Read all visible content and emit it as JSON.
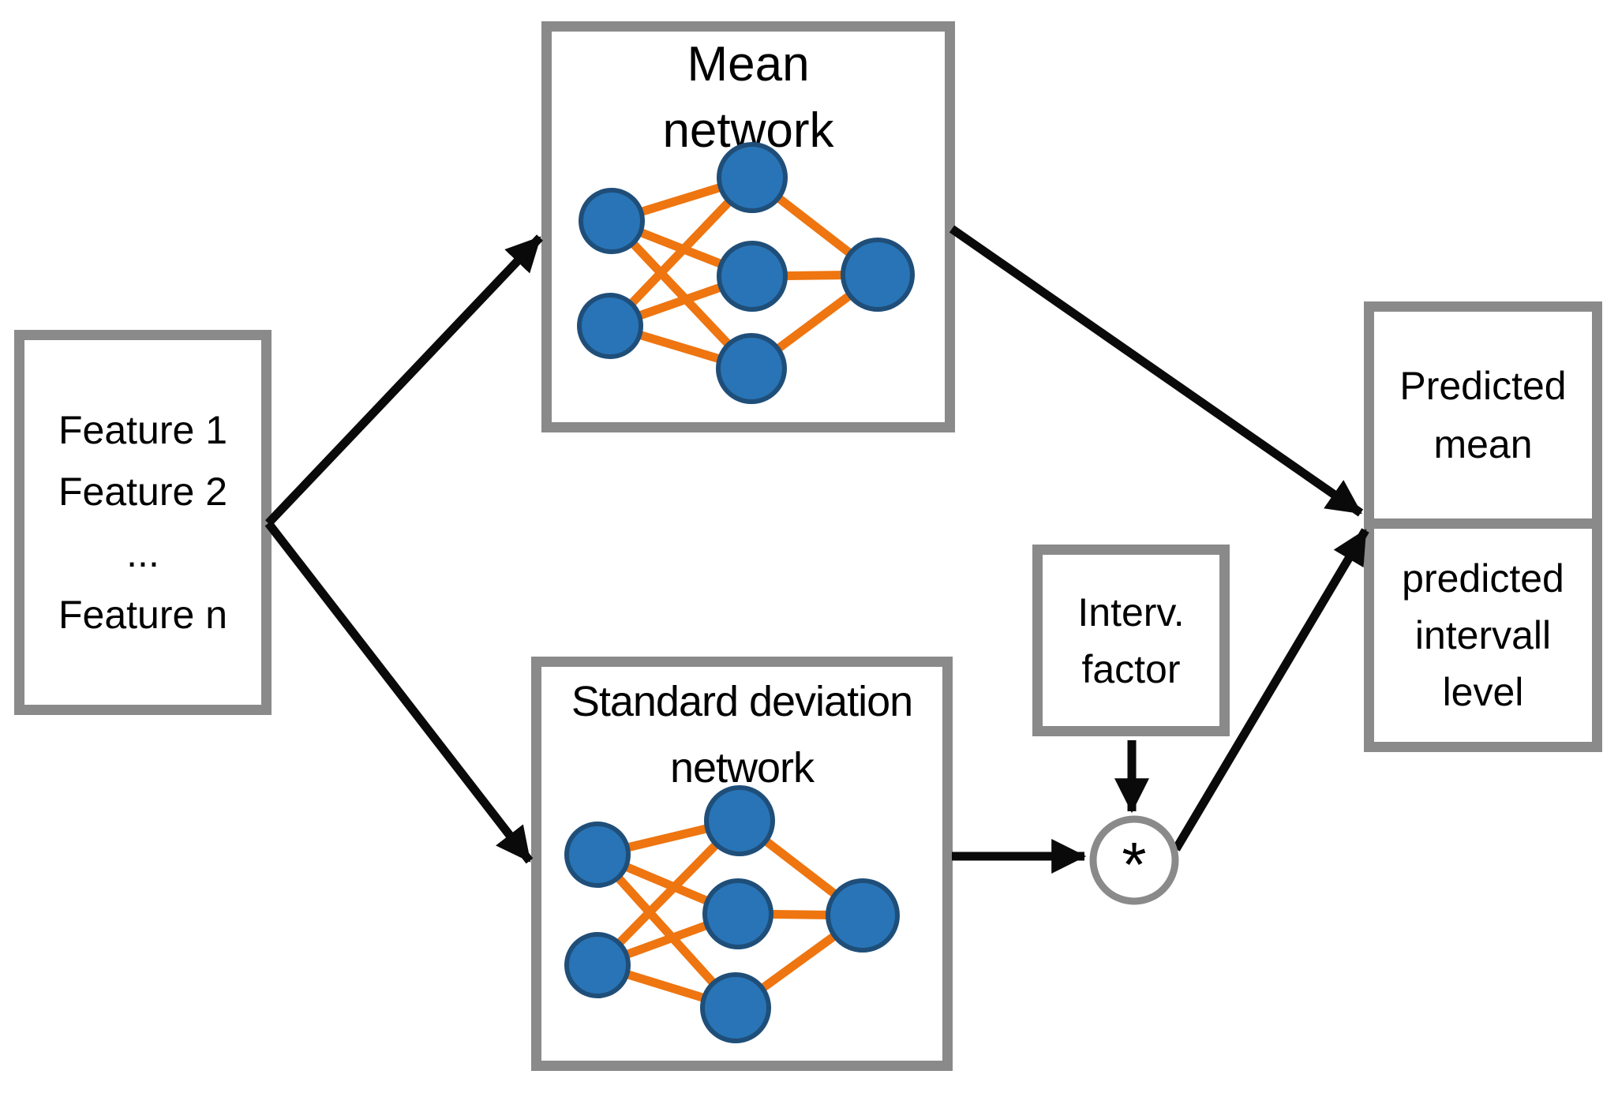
{
  "feature_box": {
    "lines": [
      "Feature 1",
      "Feature 2",
      "...",
      "Feature n"
    ]
  },
  "mean_network_box": {
    "title": [
      "Mean",
      "network"
    ]
  },
  "std_network_box": {
    "title": [
      "Standard deviation",
      "network"
    ]
  },
  "interval_factor_box": {
    "lines": [
      "Interv.",
      "factor"
    ]
  },
  "multiply_node": {
    "symbol": "*"
  },
  "output_box": {
    "mean_cell": [
      "Predicted",
      "mean"
    ],
    "interval_cell": [
      "predicted",
      "intervall",
      "level"
    ]
  },
  "colors": {
    "bg": "#ffffff",
    "text_color": "#000000",
    "border_gray": "#8a8a8a",
    "node_fill": "#2874b6",
    "node_stroke": "#1f4e79",
    "edge_orange": "#ee7510",
    "arrow_black": "#0a0a0a"
  }
}
